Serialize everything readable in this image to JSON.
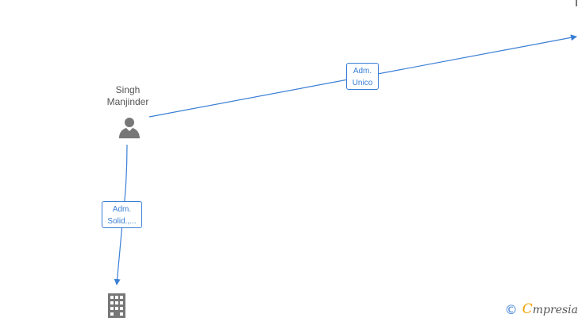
{
  "diagram": {
    "nodes": {
      "person": {
        "name_line1": "Singh",
        "name_line2": "Manjinder",
        "icon": "person-icon"
      },
      "company_bottom": {
        "icon": "building-icon"
      }
    },
    "edges": {
      "to_right": {
        "label_line1": "Adm.",
        "label_line2": "Unico"
      },
      "to_bottom": {
        "label_line1": "Adm.",
        "label_line2": "Solid.,..."
      }
    },
    "colors": {
      "edge": "#3a7fd5",
      "icon": "#777777",
      "text": "#555555"
    }
  },
  "watermark": {
    "copyright": "©",
    "brand_initial": "C",
    "brand_rest": "mpresia"
  }
}
